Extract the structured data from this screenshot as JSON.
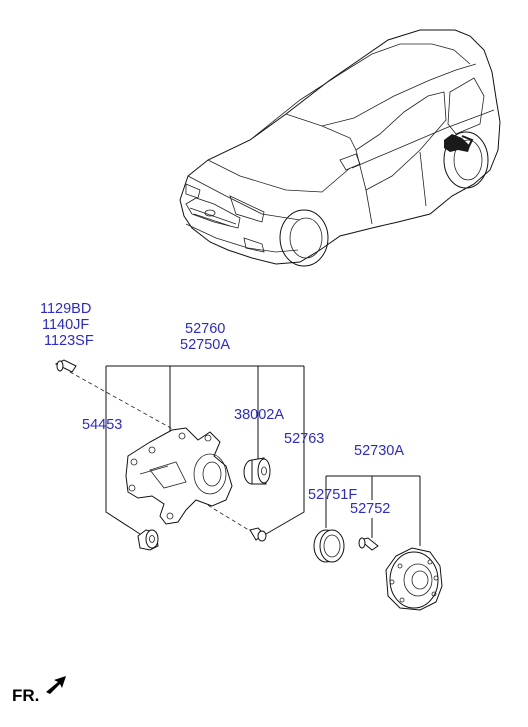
{
  "labels": {
    "bolt_group": [
      "1129BD",
      "1140JF",
      "1123SF"
    ],
    "knuckle": [
      "52760",
      "52750A"
    ],
    "bushing_upper": "38002A",
    "bushing_lower": "54453",
    "bolt_lower": "52763",
    "hub_assembly": "52730A",
    "hub_cap": "52751F",
    "hub_bolt": "52752"
  },
  "footer": {
    "direction_label": "FR."
  },
  "colors": {
    "label": "#2b2bd0",
    "lines": "#111111",
    "highlight": "#1a1a1a"
  },
  "icons": {
    "direction_arrow": "arrow-left-down-icon"
  }
}
